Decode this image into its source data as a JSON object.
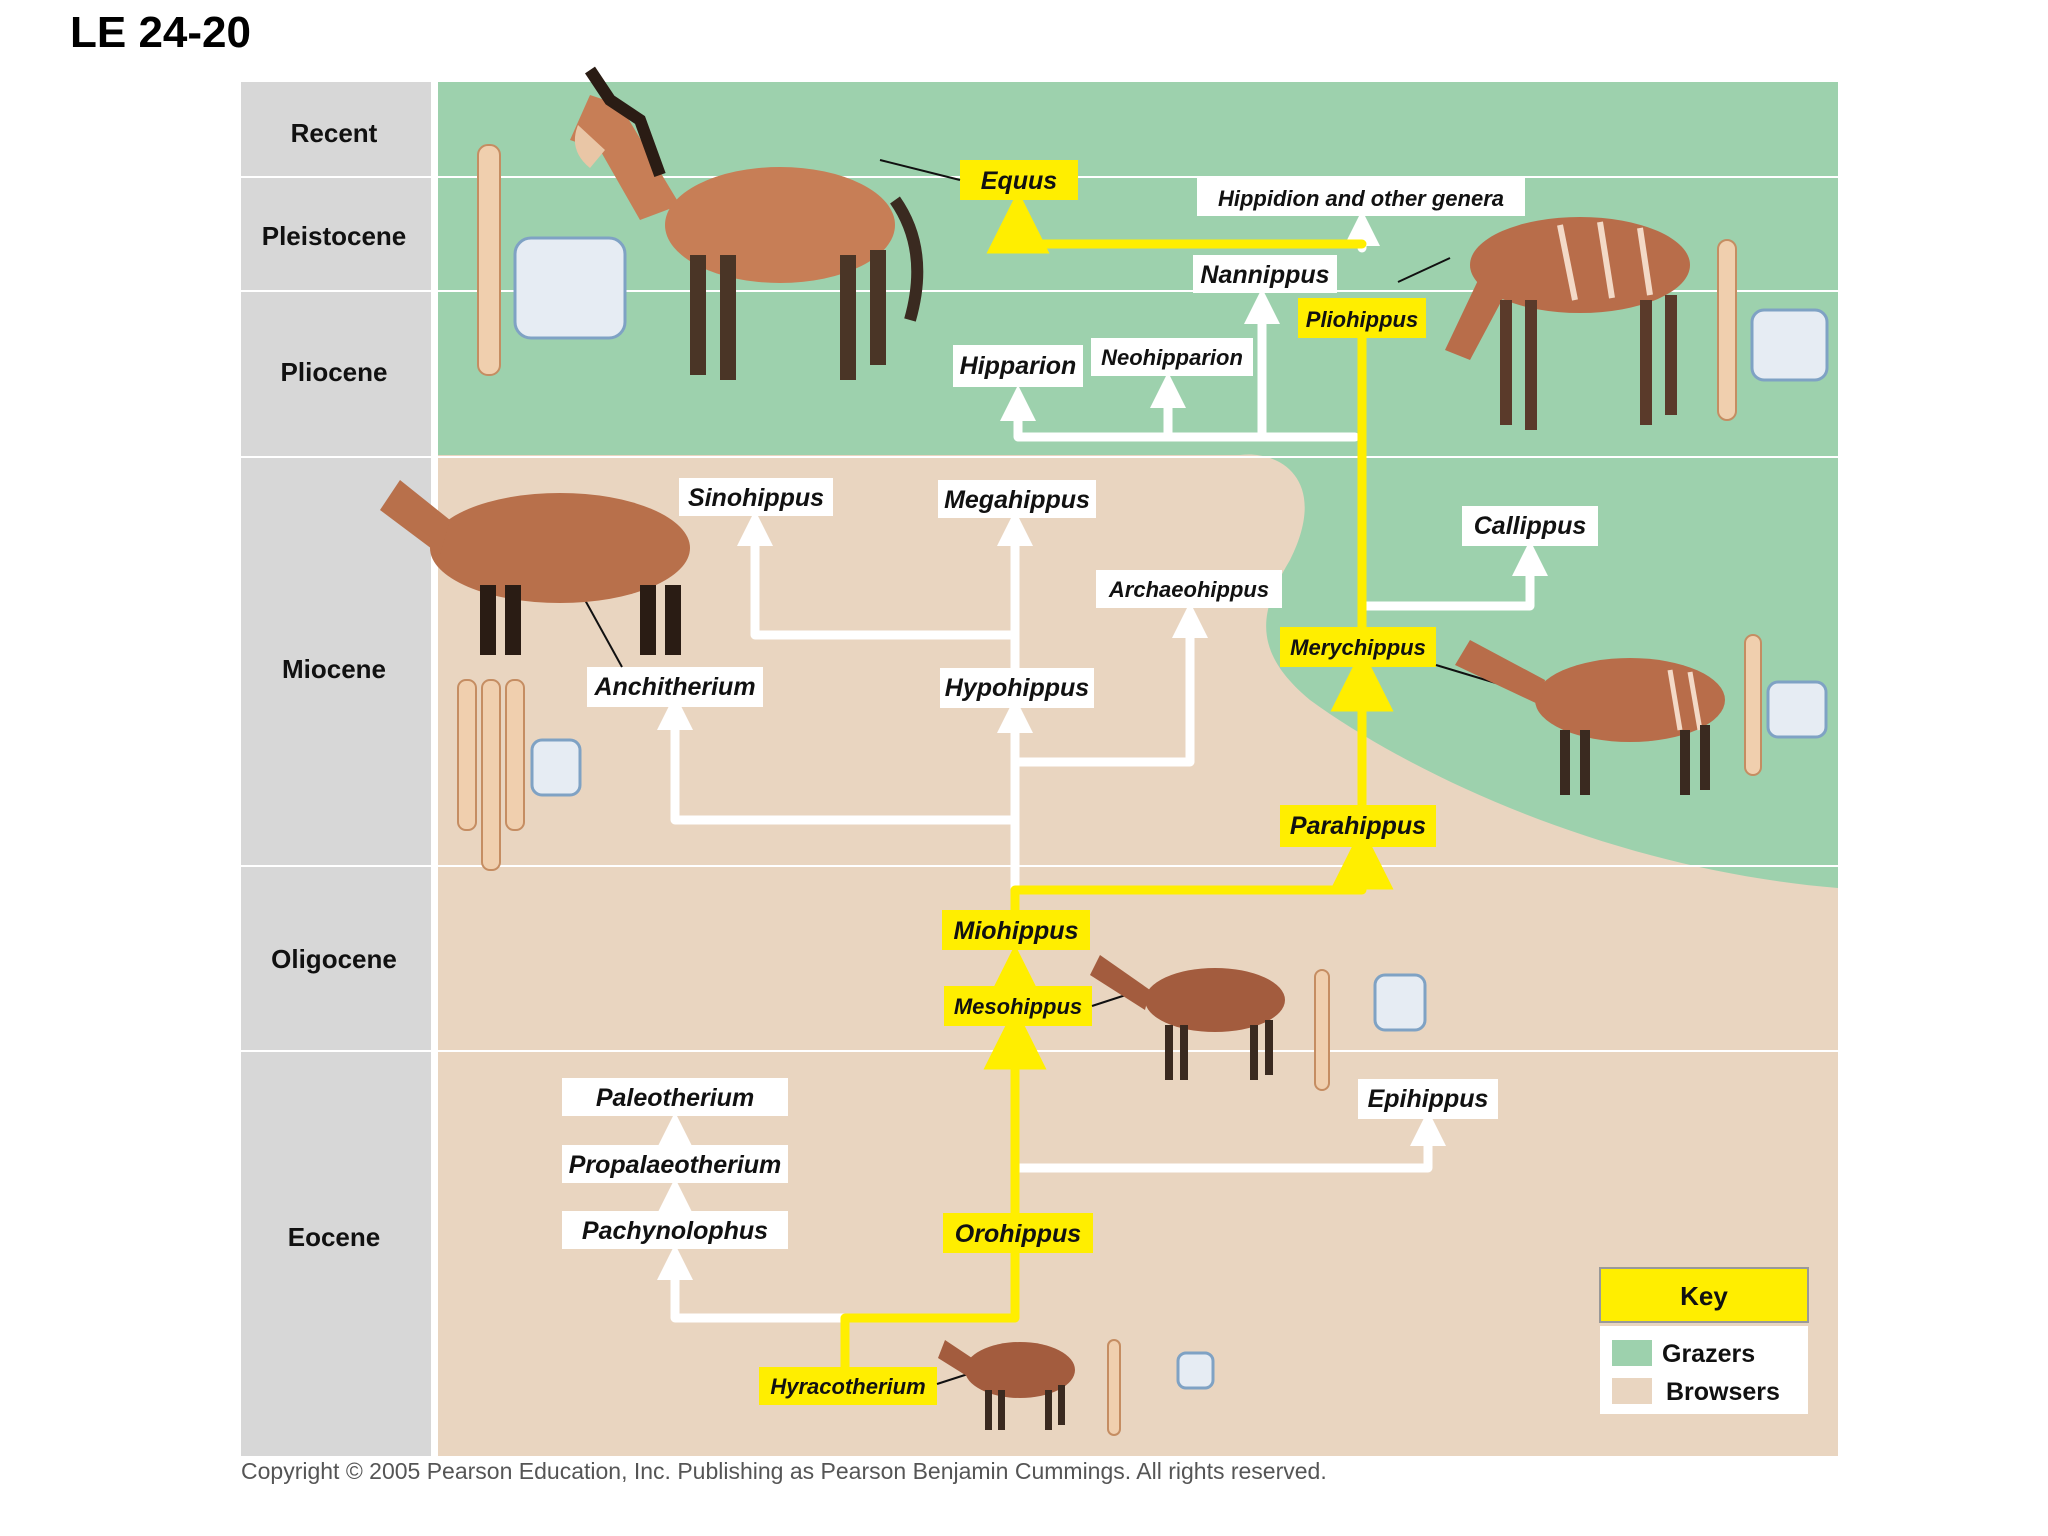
{
  "figure_label": "LE 24-20",
  "copyright": "Copyright ©  2005 Pearson Education, Inc. Publishing as Pearson Benjamin Cummings. All rights reserved.",
  "colors": {
    "grazers": "#9dd1ad",
    "browsers": "#e9d5c0",
    "lineage_main": "#ffee00",
    "lineage_branch": "#ffffff",
    "epoch_band": "#d7d7d7",
    "label_main_bg": "#ffee00"
  },
  "epochs": [
    {
      "id": "recent",
      "name": "Recent"
    },
    {
      "id": "pleistocene",
      "name": "Pleistocene"
    },
    {
      "id": "pliocene",
      "name": "Pliocene"
    },
    {
      "id": "miocene",
      "name": "Miocene"
    },
    {
      "id": "oligocene",
      "name": "Oligocene"
    },
    {
      "id": "eocene",
      "name": "Eocene"
    }
  ],
  "genera": {
    "equus": "Equus",
    "hippidion": "Hippidion and other genera",
    "nannippus": "Nannippus",
    "pliohippus": "Pliohippus",
    "hipparion": "Hipparion",
    "neohipparion": "Neohipparion",
    "sinohippus": "Sinohippus",
    "megahippus": "Megahippus",
    "callippus": "Callippus",
    "archaeohippus": "Archaeohippus",
    "merychippus": "Merychippus",
    "anchitherium": "Anchitherium",
    "hypohippus": "Hypohippus",
    "parahippus": "Parahippus",
    "miohippus": "Miohippus",
    "mesohippus": "Mesohippus",
    "paleotherium": "Paleotherium",
    "epihippus": "Epihippus",
    "propalaeotherium": "Propalaeotherium",
    "pachynolophus": "Pachynolophus",
    "orohippus": "Orohippus",
    "hyracotherium": "Hyracotherium"
  },
  "key": {
    "title": "Key",
    "items": [
      {
        "label": "Grazers",
        "color": "#9dd1ad"
      },
      {
        "label": "Browsers",
        "color": "#e9d5c0"
      }
    ]
  },
  "illustrations": [
    "equus-horse-illustration",
    "pliohippus-horse-illustration",
    "anchitherium-horse-illustration",
    "merychippus-horse-illustration",
    "mesohippus-horse-illustration",
    "hyracotherium-horse-illustration",
    "foot-bone-illustration",
    "molar-tooth-illustration"
  ]
}
